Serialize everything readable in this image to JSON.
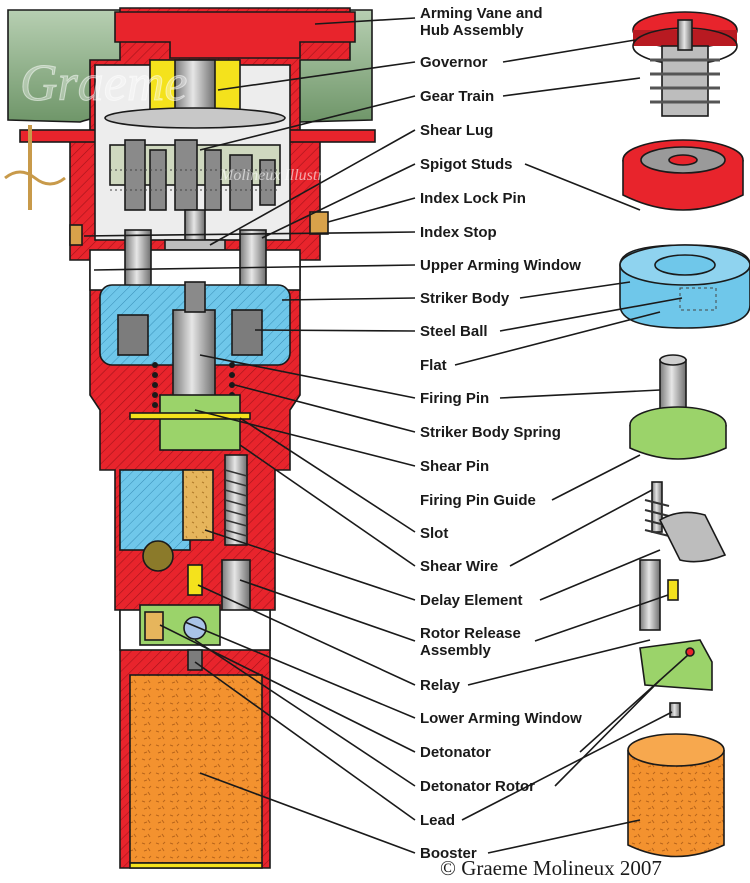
{
  "labels": [
    "Arming Vane and",
    "Hub Assembly",
    "Governor",
    "Gear Train",
    "Shear Lug",
    "Spigot Studs",
    "Index Lock Pin",
    "Index Stop",
    "Upper Arming Window",
    "Striker Body",
    "Steel Ball",
    "Flat",
    "Firing Pin",
    "Striker Body Spring",
    "Shear Pin",
    "Firing Pin Guide",
    "Slot",
    "Shear Wire",
    "Delay Element",
    "Rotor Release",
    "Assembly",
    "Relay",
    "Lower Arming Window",
    "Detonator",
    "Detonator Rotor",
    "Lead",
    "Booster"
  ],
  "copyright": "© Graeme Molineux 2007",
  "watermark": "Graeme Molineux Illustration",
  "colors": {
    "body": "#e8242c",
    "vane": "#8fb08a",
    "striker": "#6fc7ea",
    "guide": "#9bd36a",
    "booster": "#f3922f",
    "brass": "#d9a24a",
    "yellow": "#f4e21c",
    "steel": "#9a9a9a"
  }
}
